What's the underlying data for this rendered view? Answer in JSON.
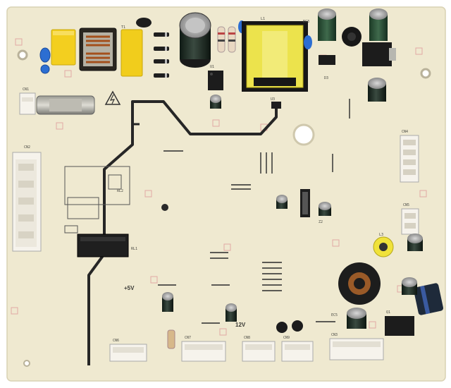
{
  "board": {
    "label_5v": "+5V",
    "label_12v": "12V",
    "refs": {
      "cn1": "CN1",
      "cn2": "CN2",
      "cn3": "CN3",
      "cn4": "CN4",
      "cn5": "CN5",
      "cn6": "CN6",
      "cn7": "CN7",
      "cn8": "CN8",
      "cn9": "CN9",
      "rl1": "RL1",
      "rl2": "RL2",
      "t1": "T1",
      "l1": "L1",
      "l3": "L3",
      "u1": "U1",
      "u3": "U3",
      "q1": "Q1",
      "z2": "Z2",
      "d3": "D3",
      "ec3": "EC3",
      "ec5": "EC5"
    }
  },
  "colors": {
    "pcb": "#f0ead2",
    "trace": "#2a2a2a",
    "xcap": "#f2cf1e",
    "transformer": "#ebe34a",
    "blue": "#2f6fd0",
    "electrolytic": "#1d2a22",
    "relay": "#1f1f1f",
    "connector": "#f6f3ec"
  }
}
